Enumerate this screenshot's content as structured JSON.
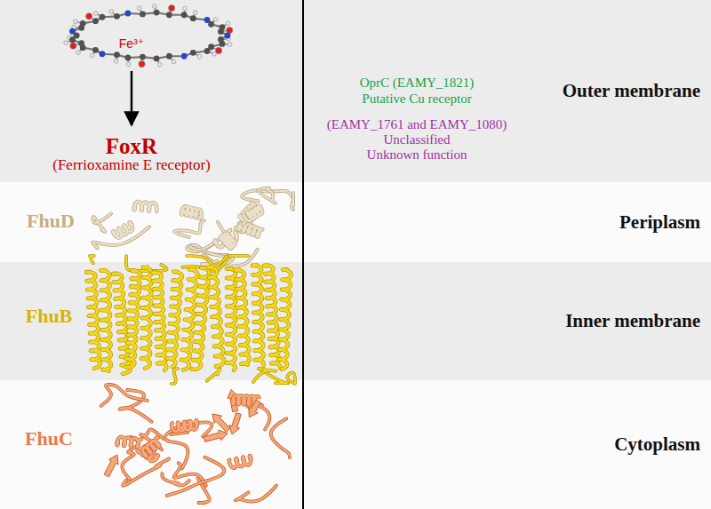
{
  "diagram": {
    "nodes": [
      {
        "text": [
          "Outer membrane"
        ]
      },
      {
        "text": [
          "Periplasm"
        ]
      },
      {
        "text": [
          "Inner membrane"
        ]
      },
      {
        "text": [
          "Cytoplasm"
        ]
      }
    ],
    "labels": [
      "Fe³⁺",
      "FoxR",
      "(Ferrioxamine E receptor)",
      "OprC (EAMY_1821)",
      "Putative Cu receptor",
      "(EAMY_1761 and EAMY_1080)",
      "Unclassified",
      "Unknown function",
      "FhuD",
      "FhuB",
      "FhuC"
    ]
  }
}
